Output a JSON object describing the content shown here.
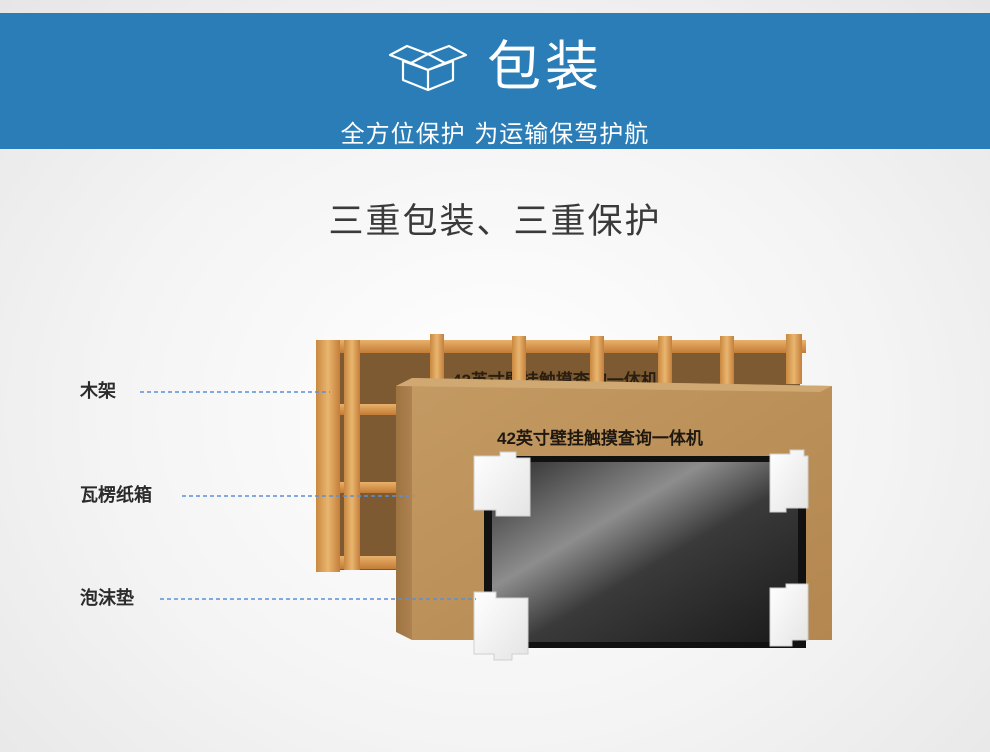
{
  "banner": {
    "title": "包装",
    "subtitle": "全方位保护 为运输保驾护航",
    "icon": "open-box-icon",
    "background_color": "#2a7db6"
  },
  "section": {
    "title": "三重包装、三重保护"
  },
  "illustration": {
    "crate_print": "42英寸壁挂触摸查询一体机",
    "carton_print": "42英寸壁挂触摸查询一体机"
  },
  "callouts": [
    {
      "label": "木架"
    },
    {
      "label": "瓦楞纸箱"
    },
    {
      "label": "泡沫垫"
    }
  ]
}
